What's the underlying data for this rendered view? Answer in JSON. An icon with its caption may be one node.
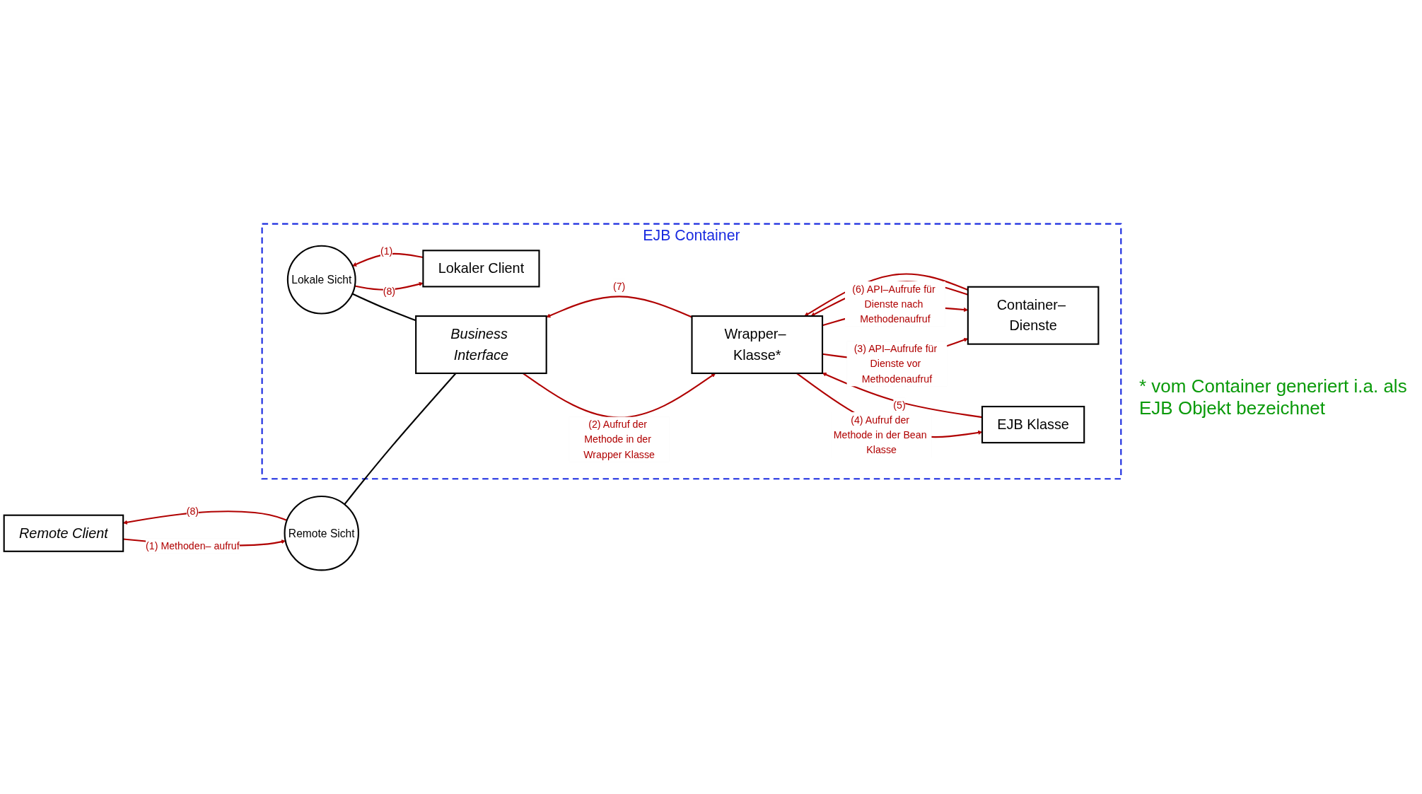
{
  "diagram": {
    "nodes": [
      {
        "text": [
          "EJB Container"
        ]
      },
      {
        "text": [
          "Remote Client"
        ]
      },
      {
        "text": [
          "Lokale Sicht"
        ],
        "in": 0
      },
      {
        "text": [
          "Lokaler Client"
        ],
        "in": 0
      },
      {
        "text": [
          "Remote Sicht"
        ]
      },
      {
        "text": [
          "Business Interface"
        ],
        "in": 0
      },
      {
        "text": [
          "Wrapper– Klasse*"
        ],
        "in": 0
      },
      {
        "text": [
          "Container– Dienste"
        ],
        "in": 0
      },
      {
        "text": [
          "EJB Klasse"
        ],
        "in": 0
      }
    ],
    "edges": [
      {
        "from": 1,
        "to": 4,
        "arrow": "to",
        "label": "(1) Methoden– aufruf"
      },
      {
        "from": 4,
        "to": 1,
        "arrow": "to",
        "label": "(8)"
      },
      {
        "from": 4,
        "to": 5,
        "arrow": "none",
        "color": "#000000"
      },
      {
        "from": 2,
        "to": 5,
        "arrow": "none",
        "color": "#000000"
      },
      {
        "from": 3,
        "to": 2,
        "arrow": "to",
        "label": "(1)"
      },
      {
        "from": 2,
        "to": 3,
        "arrow": "to",
        "label": "(8)"
      },
      {
        "from": 5,
        "to": 6,
        "arrow": "to",
        "label": "(2) Aufruf der Methode in der Wrapper Klasse"
      },
      {
        "from": 6,
        "to": 5,
        "arrow": "to",
        "label": "(7)"
      },
      {
        "from": 6,
        "to": 7,
        "arrow": "to",
        "label": "(3) API–Aufrufe für Dienste vor Methodenaufruf"
      },
      {
        "from": 7,
        "to": 6,
        "arrow": "to"
      },
      {
        "from": 7,
        "to": 6,
        "arrow": "to"
      },
      {
        "from": 6,
        "to": 7,
        "arrow": "to",
        "label": "(6) API–Aufrufe für Dienste nach Methodenaufruf"
      },
      {
        "from": 6,
        "to": 8,
        "arrow": "to",
        "label": "(4) Aufruf der Methode in der Bean Klasse"
      },
      {
        "from": 8,
        "to": 6,
        "arrow": "to",
        "label": "(5)"
      }
    ],
    "labels": [
      "* vom Container generiert i.a. als EJB Objekt bezeichnet"
    ]
  }
}
